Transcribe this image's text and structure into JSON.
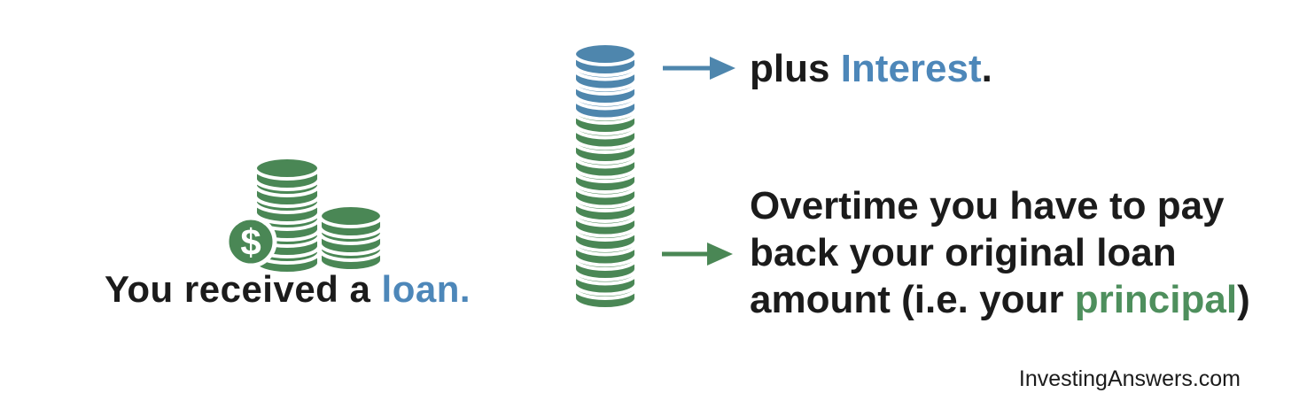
{
  "colors": {
    "ink": "#1b1b1b",
    "coin_blue": "#4e86ad",
    "coin_green": "#4a8755",
    "text_blue": "#4d87b9",
    "text_green": "#4e8f5d",
    "badge_text": "#ffffff",
    "background": "#ffffff"
  },
  "left_icon": {
    "dollar_sign": "$",
    "tall_stack_coins": 6,
    "short_stack_coins": 3
  },
  "caption": {
    "prefix": "You received a ",
    "highlight": "loan."
  },
  "center_stack": {
    "interest_coins_blue": 4,
    "principal_coins_green": 13
  },
  "interest_callout": {
    "prefix": "plus ",
    "highlight": "Interest",
    "suffix": "."
  },
  "principal_callout": {
    "line1": "Overtime you have to pay",
    "line2": "back your original loan",
    "line3_prefix": "amount (i.e. your ",
    "highlight": "principal",
    "suffix": ")"
  },
  "watermark": "InvestingAnswers.com"
}
